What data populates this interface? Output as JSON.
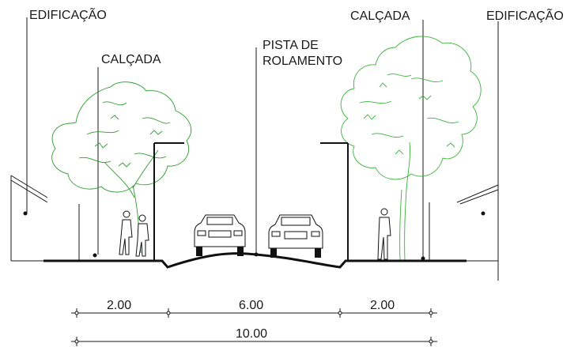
{
  "labels": {
    "edificacao_left": "EDIFICAÇÃO",
    "edificacao_right": "EDIFICAÇÃO",
    "calcada_left": "CALÇADA",
    "calcada_right": "CALÇADA",
    "pista_line1": "PISTA DE",
    "pista_line2": "ROLAMENTO"
  },
  "dimensions": {
    "sidewalk_left": "2.00",
    "roadway": "6.00",
    "sidewalk_right": "2.00",
    "total": "10.00"
  },
  "colors": {
    "line": "#1a1a1a",
    "tree_left": "#2f9a2f",
    "tree_right": "#39b339"
  }
}
